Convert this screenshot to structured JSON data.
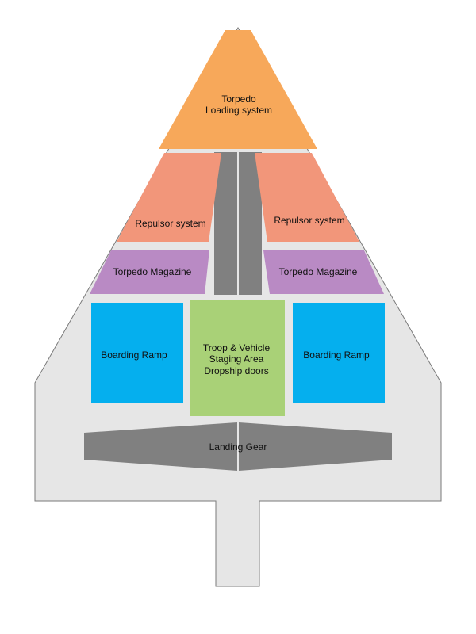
{
  "colors": {
    "hull": "#e6e6e6",
    "hull_stroke": "#7a7a7a",
    "torpedo_loading": "#f7a85a",
    "repulsor": "#f2967a",
    "magazine": "#b98ac4",
    "boarding_ramp": "#05afee",
    "staging_area": "#a9d177",
    "landing_gear": "#808080",
    "corridor": "#808080"
  },
  "sections": {
    "torpedo_loading": {
      "line1": "Torpedo",
      "line2": "Loading system"
    },
    "repulsor_left": {
      "label": "Repulsor system"
    },
    "repulsor_right": {
      "label": "Repulsor system"
    },
    "magazine_left": {
      "label": "Torpedo Magazine"
    },
    "magazine_right": {
      "label": "Torpedo Magazine"
    },
    "ramp_left": {
      "label": "Boarding Ramp"
    },
    "ramp_right": {
      "label": "Boarding Ramp"
    },
    "staging_area": {
      "line1": "Troop & Vehicle",
      "line2": "Staging Area",
      "line3": "Dropship doors"
    },
    "landing_gear": {
      "label": "Landing Gear"
    }
  }
}
